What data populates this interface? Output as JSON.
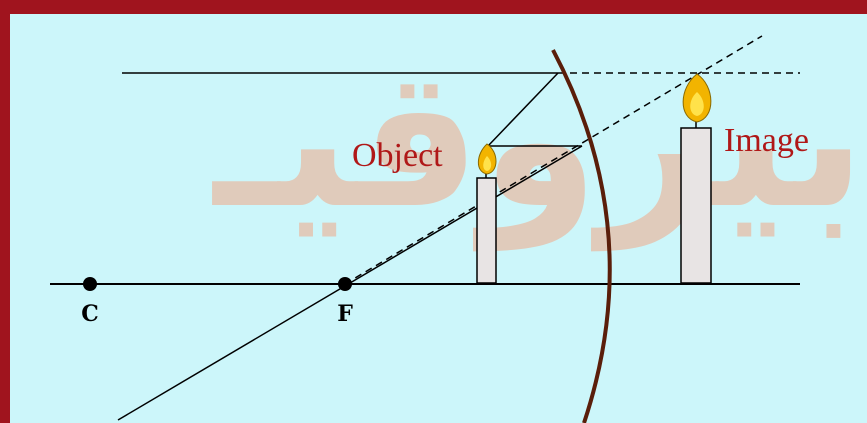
{
  "labels": {
    "object": "Object",
    "image": "Image",
    "center": "C",
    "focus": "F"
  },
  "watermark": {
    "text": "بيروقيـ"
  },
  "colors": {
    "background": "#ccf6fa",
    "frame": "#a0141e",
    "mirror": "#5a1e0a",
    "label_red": "#b01818",
    "label_black": "#000000",
    "watermark": "#f4a27e",
    "candle_body": "#e8e4e4",
    "flame_outer": "#f2b400",
    "flame_inner": "#ffe24a"
  }
}
